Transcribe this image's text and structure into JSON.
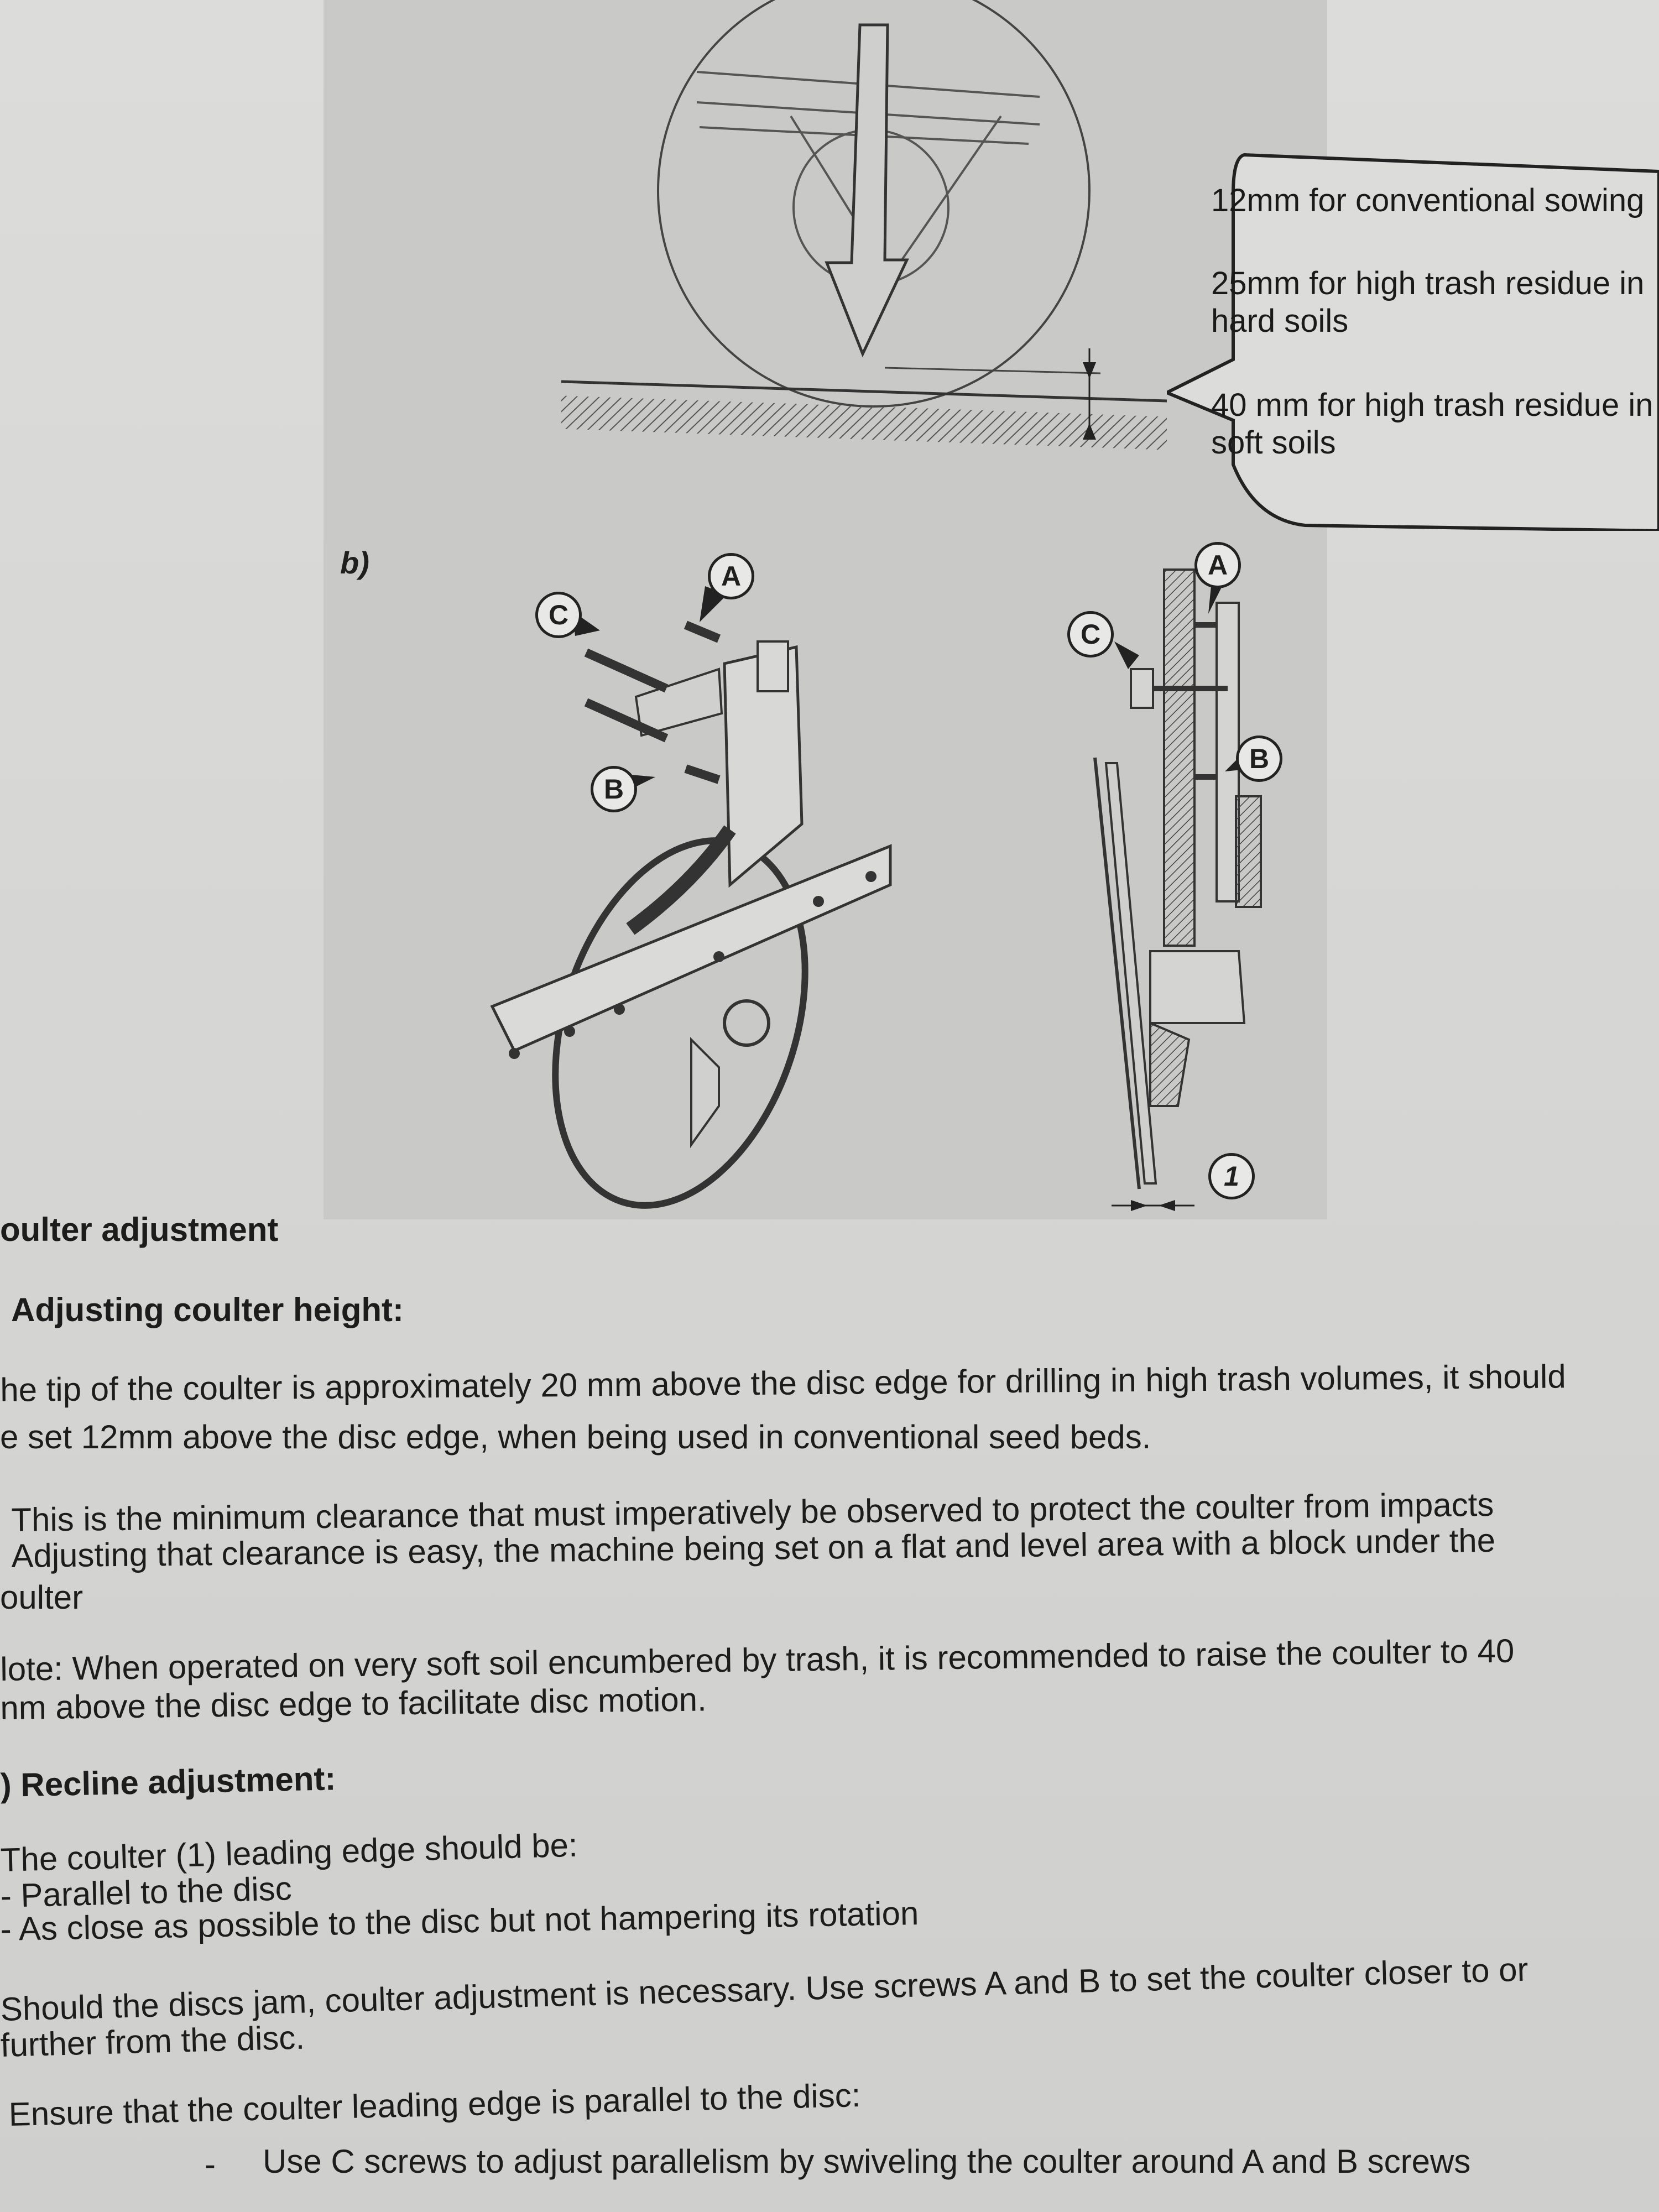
{
  "figure": {
    "callout": {
      "line1": "12mm for conventional sowing",
      "line2a": "25mm for high trash residue in",
      "line2b": "hard soils",
      "line3a": "40 mm for high trash residue in",
      "line3b": "soft soils"
    },
    "panel_label": "b)",
    "labels": {
      "a": "A",
      "b": "B",
      "c": "C",
      "coulter_number": "1"
    }
  },
  "doc": {
    "section_title": "oulter adjustment",
    "sub_a_title": "Adjusting coulter height:",
    "para1_line1": "he tip of the coulter is approximately 20 mm above the disc edge for drilling in high trash volumes, it should",
    "para1_line2": "e set 12mm above the disc edge, when being used in conventional seed beds.",
    "para2_line1": "This is the minimum clearance that must imperatively be observed to protect the coulter from impacts",
    "para2_line2": "Adjusting that clearance is easy, the machine being set on a flat and level area with a block under the",
    "para2_line3": "oulter",
    "note_line1": "lote: When operated on very soft soil encumbered by trash, it is recommended to raise the coulter to 40",
    "note_line2": "nm above the disc edge to facilitate disc motion.",
    "sub_b_title": ") Recline adjustment:",
    "recline_intro": "The coulter (1) leading edge should be:",
    "bullet1": "- Parallel to the disc",
    "bullet2": "- As close as possible to the disc but not hampering its rotation",
    "jam_line1": "Should the discs jam, coulter adjustment is necessary.  Use screws A and B to set the coulter closer to or",
    "jam_line2": "further from the disc.",
    "ensure_line": "Ensure that the coulter leading edge is parallel to the disc:",
    "dash": "-",
    "screws_line": "Use C screws to adjust parallelism by swiveling the coulter around A and B screws"
  }
}
